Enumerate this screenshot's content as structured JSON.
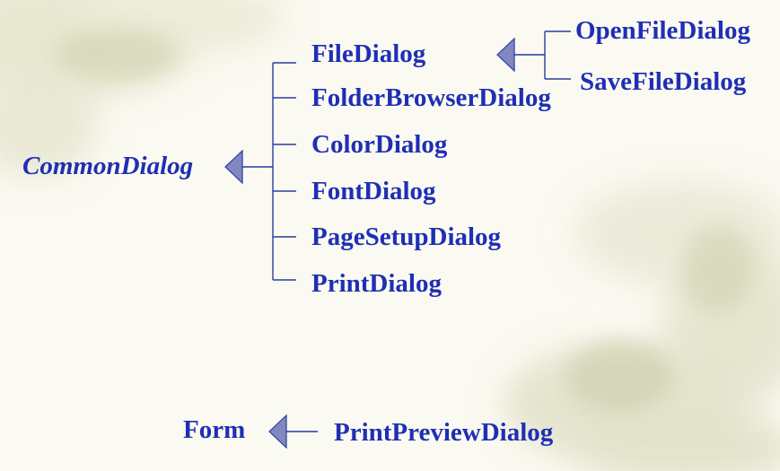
{
  "colors": {
    "text": "#1f2fb4",
    "connector": "#2a3a9e",
    "arrow_fill": "#8088c0"
  },
  "hierarchy": {
    "root": "CommonDialog",
    "children": [
      "FileDialog",
      "FolderBrowserDialog",
      "ColorDialog",
      "FontDialog",
      "PageSetupDialog",
      "PrintDialog"
    ],
    "file_dialog_children": [
      "OpenFileDialog",
      "SaveFileDialog"
    ]
  },
  "second_tree": {
    "root": "Form",
    "child": "PrintPreviewDialog"
  }
}
